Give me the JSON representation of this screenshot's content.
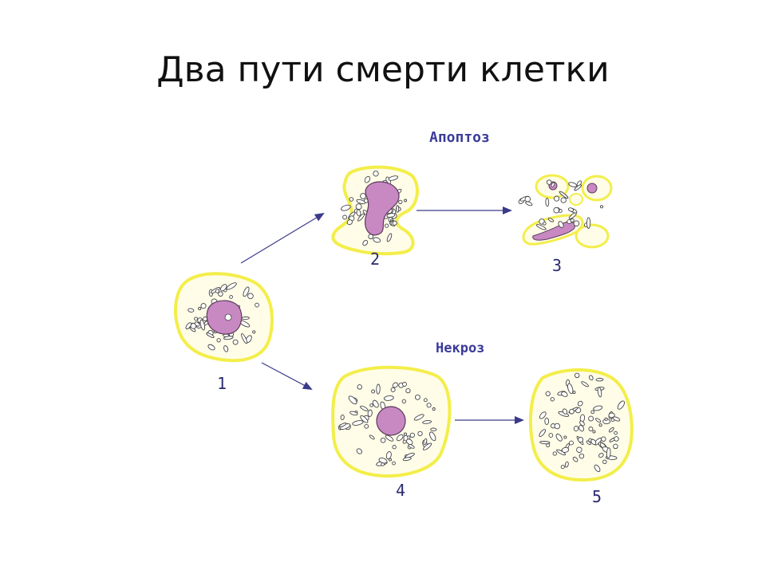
{
  "slide": {
    "title": "Два пути смерти клетки"
  },
  "diagram": {
    "branch_labels": {
      "apoptosis": "Апоптоз",
      "necrosis": "Некроз"
    },
    "stage_numbers": [
      "1",
      "2",
      "3",
      "4",
      "5"
    ],
    "colors": {
      "cytoplasm_fill": "#fffde8",
      "cell_outline": "#f3ee4a",
      "nucleus": "#c889c3",
      "organelle_ink": "#444444",
      "arrow": "#3a3a8a"
    }
  }
}
